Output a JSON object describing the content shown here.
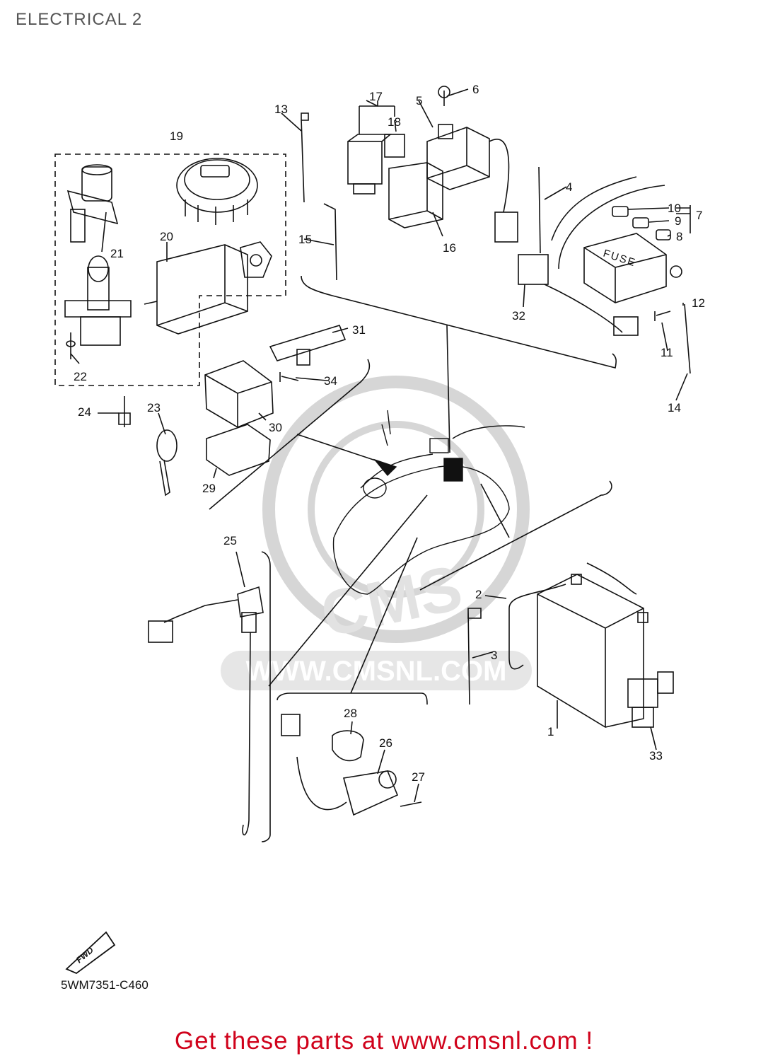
{
  "title": "ELECTRICAL 2",
  "drawing_code": "5WM7351-C460",
  "footer_text": "Get these parts at www.cmsnl.com !",
  "watermark": {
    "text": "WWW.CMSNL.COM",
    "logo": "CMS",
    "color": "#d6d6d6"
  },
  "direction_badge": "FWD",
  "fuse_box_label": "FUSE",
  "accent_color": "#d0021b",
  "callouts": [
    "1",
    "2",
    "3",
    "4",
    "5",
    "6",
    "7",
    "8",
    "9",
    "10",
    "11",
    "12",
    "13",
    "14",
    "15",
    "16",
    "17",
    "18",
    "19",
    "20",
    "21",
    "22",
    "23",
    "24",
    "25",
    "26",
    "27",
    "28",
    "29",
    "30",
    "31",
    "32",
    "33",
    "34"
  ]
}
